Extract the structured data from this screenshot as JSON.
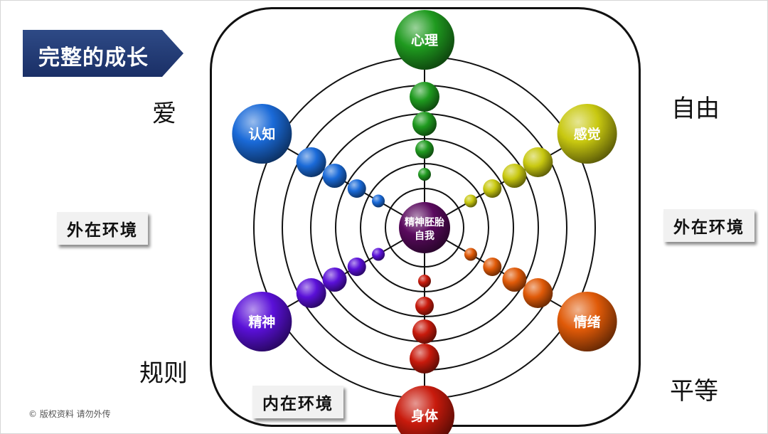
{
  "title": "完整的成长",
  "corner_labels": {
    "top_left": "爱",
    "top_right": "自由",
    "bottom_left": "规则",
    "bottom_right": "平等"
  },
  "env_labels": {
    "left": "外在环境",
    "right": "外在环境",
    "bottom": "内在环境"
  },
  "center": {
    "line1": "精神胚胎",
    "line2": "自我",
    "color": "#5a0a5e"
  },
  "branches": [
    {
      "name": "心理",
      "color": "#1f9a1f"
    },
    {
      "name": "感觉",
      "color": "#c8c810"
    },
    {
      "name": "情绪",
      "color": "#e05a08"
    },
    {
      "name": "身体",
      "color": "#c81a0c"
    },
    {
      "name": "精神",
      "color": "#5a10d8"
    },
    {
      "name": "认知",
      "color": "#1a6ad8"
    }
  ],
  "copyright": "© 版权资料 请勿外传"
}
